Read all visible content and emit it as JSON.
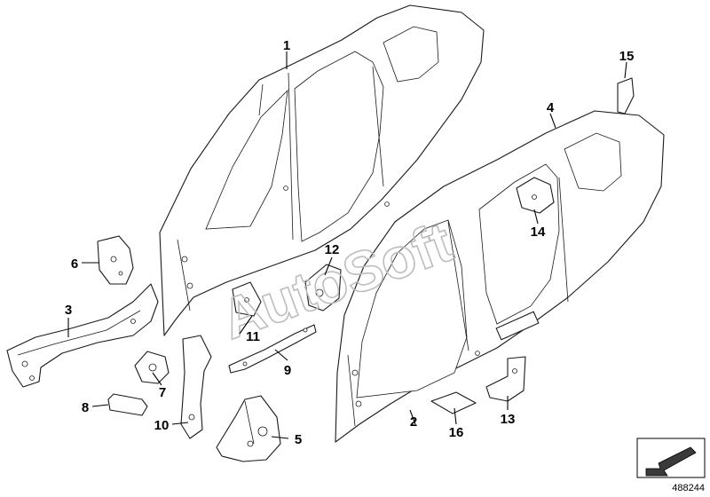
{
  "diagram": {
    "callouts": [
      {
        "id": "1",
        "label": "1"
      },
      {
        "id": "2",
        "label": "2"
      },
      {
        "id": "3",
        "label": "3"
      },
      {
        "id": "4",
        "label": "4"
      },
      {
        "id": "5",
        "label": "5"
      },
      {
        "id": "6",
        "label": "6"
      },
      {
        "id": "7",
        "label": "7"
      },
      {
        "id": "8",
        "label": "8"
      },
      {
        "id": "9",
        "label": "9"
      },
      {
        "id": "10",
        "label": "10"
      },
      {
        "id": "11",
        "label": "11"
      },
      {
        "id": "12",
        "label": "12"
      },
      {
        "id": "13",
        "label": "13"
      },
      {
        "id": "14",
        "label": "14"
      },
      {
        "id": "15",
        "label": "15"
      },
      {
        "id": "16",
        "label": "16"
      }
    ],
    "watermark": "AutoSoft",
    "catalog_number": "488244"
  }
}
